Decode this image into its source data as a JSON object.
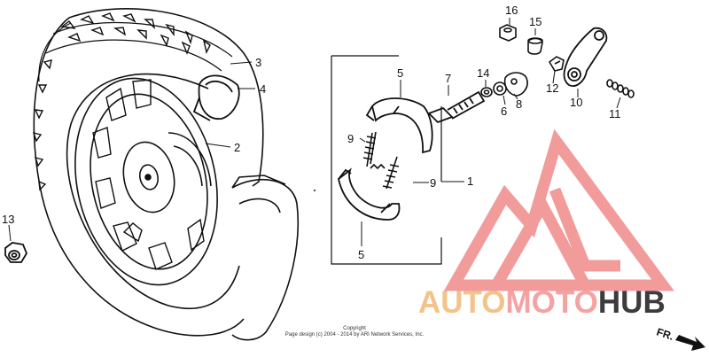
{
  "callouts": {
    "c1": "1",
    "c2": "2",
    "c3": "3",
    "c4": "4",
    "c5_top": "5",
    "c5_bottom": "5",
    "c6": "6",
    "c7": "7",
    "c8": "8",
    "c9_top": "9",
    "c9_bottom": "9",
    "c10": "10",
    "c11": "11",
    "c12": "12",
    "c13": "13",
    "c14": "14",
    "c15": "15",
    "c16": "16"
  },
  "direction_label": "FR.",
  "copyright": {
    "line1": "Copyright",
    "line2": "Page design (c) 2004 - 2014 by ARI Network Services, Inc."
  },
  "watermark": {
    "part1": "AUTO",
    "part2": "MOTO",
    "part3": "HUB",
    "colors": {
      "auto": "#f3c38a",
      "moto": "#f4a3a3",
      "hub": "#3c3c3c",
      "logo": "#f08a8a"
    }
  }
}
